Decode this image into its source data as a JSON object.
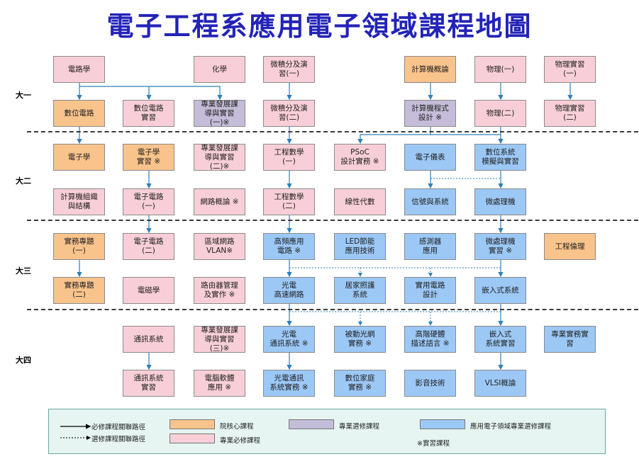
{
  "title": "電子工程系應用電子領域課程地圖",
  "years": [
    "大一",
    "大二",
    "大三",
    "大四"
  ],
  "courses": {
    "circuits": "電路學",
    "chemistry": "化學",
    "calculus1": "微積分及演\n習(一)",
    "intro_computer": "計算機概論",
    "physics1": "物理(一)",
    "physics_lab1": "物理實習\n(一)",
    "digital_circuits": "數位電路",
    "digital_lab": "數位電路\n實習",
    "project1": "專業發展課\n導與實習\n(一)※",
    "calculus2": "微積分及演\n習(二)",
    "programming": "計算機程式\n設計 ※",
    "physics2": "物理(二)",
    "physics_lab2": "物理實習\n(二)",
    "electronics": "電子學",
    "electronics_lab": "電子學\n實習 ※",
    "project2": "專業發展課\n導與實習\n(二)※",
    "eng_math1": "工程數學\n(一)",
    "psoc": "PSoC\n設計實務 ※",
    "instruments": "電子儀表",
    "digital_system": "數位系統\n模擬與實習",
    "comp_org": "計算機組織\n與結構",
    "elec_circuits1": "電子電路\n(一)",
    "networks": "網路概論 ※",
    "eng_math2": "工程數學\n(二)",
    "linear_algebra": "線性代數",
    "signals": "信號與系統",
    "microprocessor": "微處理機",
    "special1": "實務專題\n(一)",
    "elec_circuits2": "電子電路\n(二)",
    "vlan": "區域網路\nVLAN※",
    "rf_circuits": "高頻應用\n電路 ※",
    "led": "LED節能\n應用技術",
    "sensors": "感測器\n應用",
    "micro_lab": "微處理機\n實習 ※",
    "ethics": "工程倫理",
    "special2": "實務專題\n(二)",
    "electromagnetics": "電磁學",
    "router": "路由器管理\n及實作 ※",
    "optical_net": "光電\n高速網路",
    "home_network": "居家照護\n系統",
    "practical_circuits": "實用電路\n設計",
    "embedded": "嵌入式系統",
    "communication": "通訊系統",
    "project3": "專業發展課\n導與實習\n(三)※",
    "opto_comm": "光電\n通訊系統 ※",
    "passive_optical": "被動光網\n實務 ※",
    "hdl": "高階硬體\n描述語言 ※",
    "embedded_lab": "嵌入式\n系統實習",
    "internship": "專業實務實\n習",
    "comm_lab": "通訊系統\n實習",
    "computer_hw": "電腦軟體\n應用 ※",
    "opto_comm_lab": "光電通訊\n系統實務 ※",
    "digital_home": "數位家庭\n實務 ※",
    "video": "影音技術",
    "vlsi": "VLSI概論"
  },
  "legend": {
    "required_path": "必修課程關聯路徑",
    "elective_path": "選修課程關聯路徑",
    "college_core": "院核心課程",
    "dept_required": "專業必修課程",
    "dept_elective": "專業選修課程",
    "domain_elective": "應用電子領域專業選修課程",
    "lab_note": "※實習課程"
  },
  "colors": {
    "title": "#2323b8",
    "college_core": "#f9c38c",
    "dept_required": "#f8cfd8",
    "dept_elective": "#c4bcd8",
    "domain_elective": "#9cc8f6",
    "connector": "#2f7fb5"
  }
}
